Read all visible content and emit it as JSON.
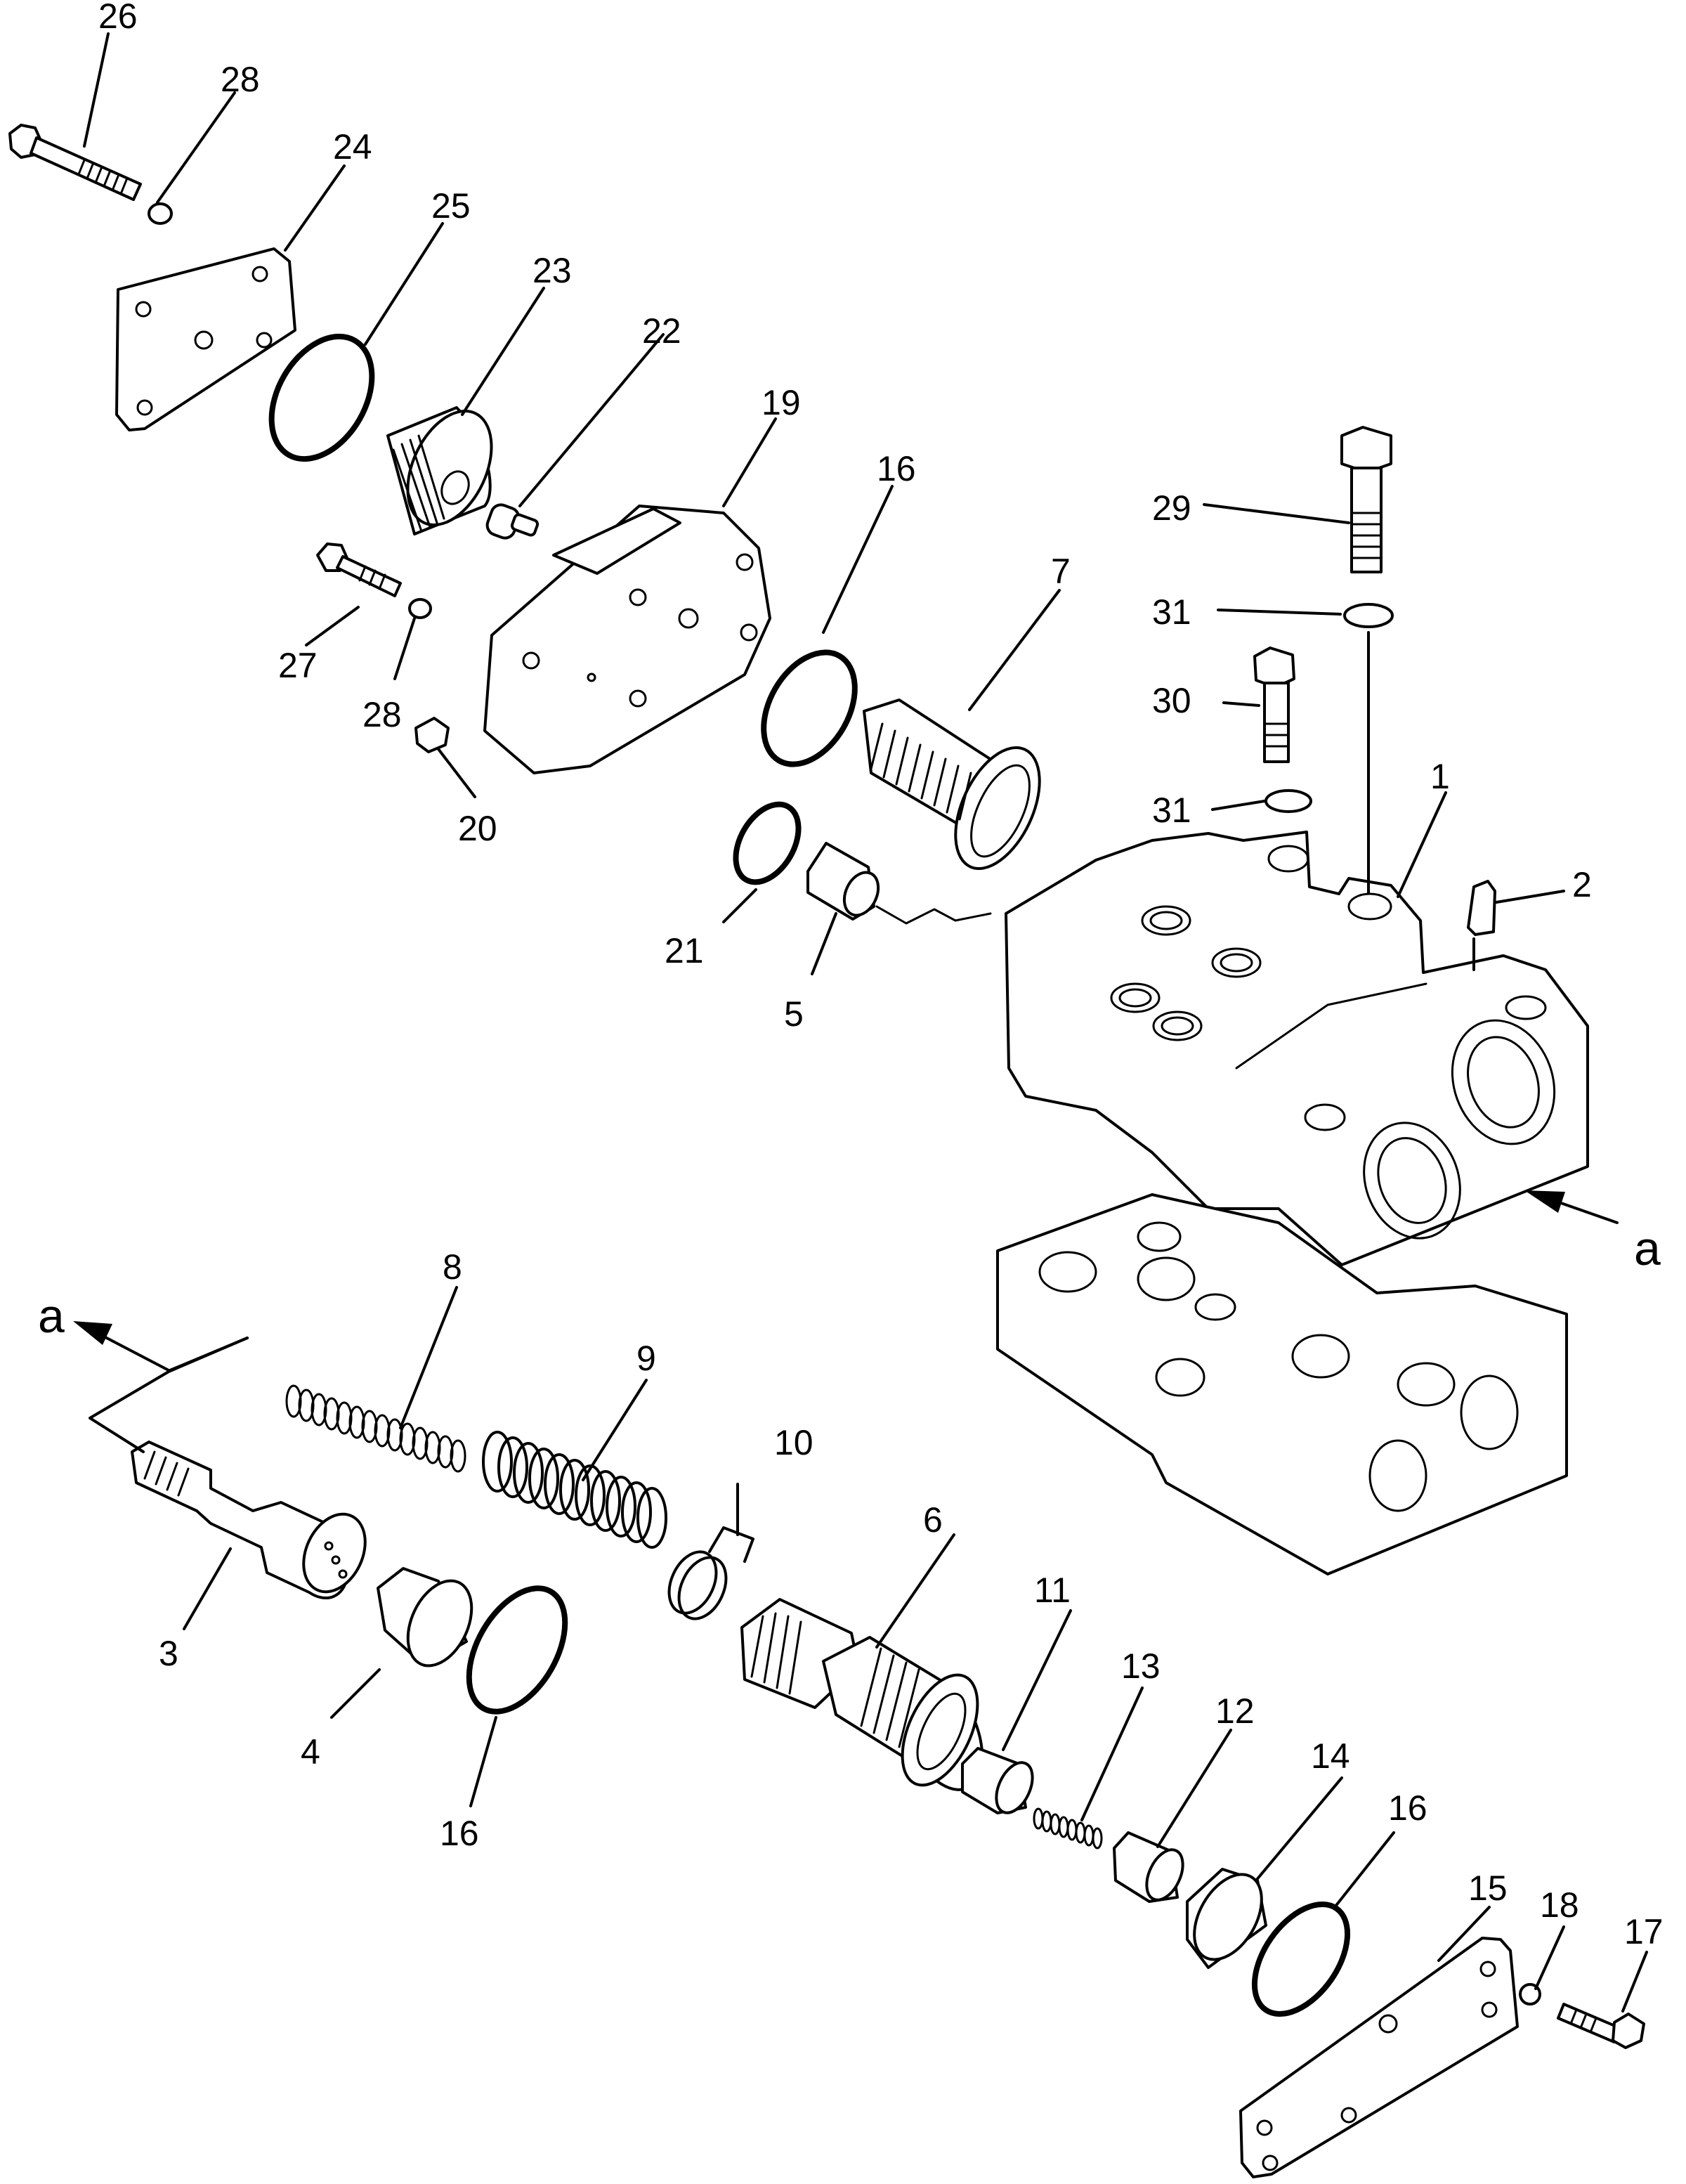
{
  "diagram": {
    "labels": {
      "p1": "1",
      "p2": "2",
      "p3": "3",
      "p4": "4",
      "p5": "5",
      "p6": "6",
      "p7": "7",
      "p8": "8",
      "p9": "9",
      "p10": "10",
      "p11": "11",
      "p12": "12",
      "p13": "13",
      "p14": "14",
      "p15": "15",
      "p16a": "16",
      "p16b": "16",
      "p16c": "16",
      "p17": "17",
      "p18": "18",
      "p19": "19",
      "p20": "20",
      "p21": "21",
      "p22": "22",
      "p23": "23",
      "p24": "24",
      "p25": "25",
      "p26": "26",
      "p27": "27",
      "p28a": "28",
      "p28b": "28",
      "p29": "29",
      "p30": "30",
      "p31a": "31",
      "p31b": "31"
    },
    "section_markers": {
      "right": "a",
      "left": "a"
    }
  }
}
